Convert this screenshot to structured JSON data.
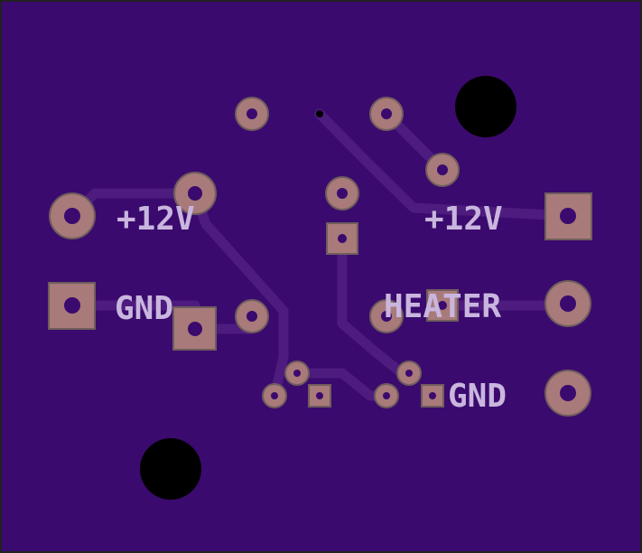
{
  "board": {
    "substrate_color": "#3b0a6e",
    "trace_color": "#4e1c7e",
    "pad_color": "#a87a7a",
    "pad_outline_color": "#6f5d5d",
    "hole_color": "#000000",
    "silkscreen_color": "#c9b6de"
  },
  "labels": {
    "left_12v": "+12V",
    "left_gnd": "GND",
    "right_12v": "+12V",
    "right_heater": "HEATER",
    "right_gnd": "GND"
  }
}
